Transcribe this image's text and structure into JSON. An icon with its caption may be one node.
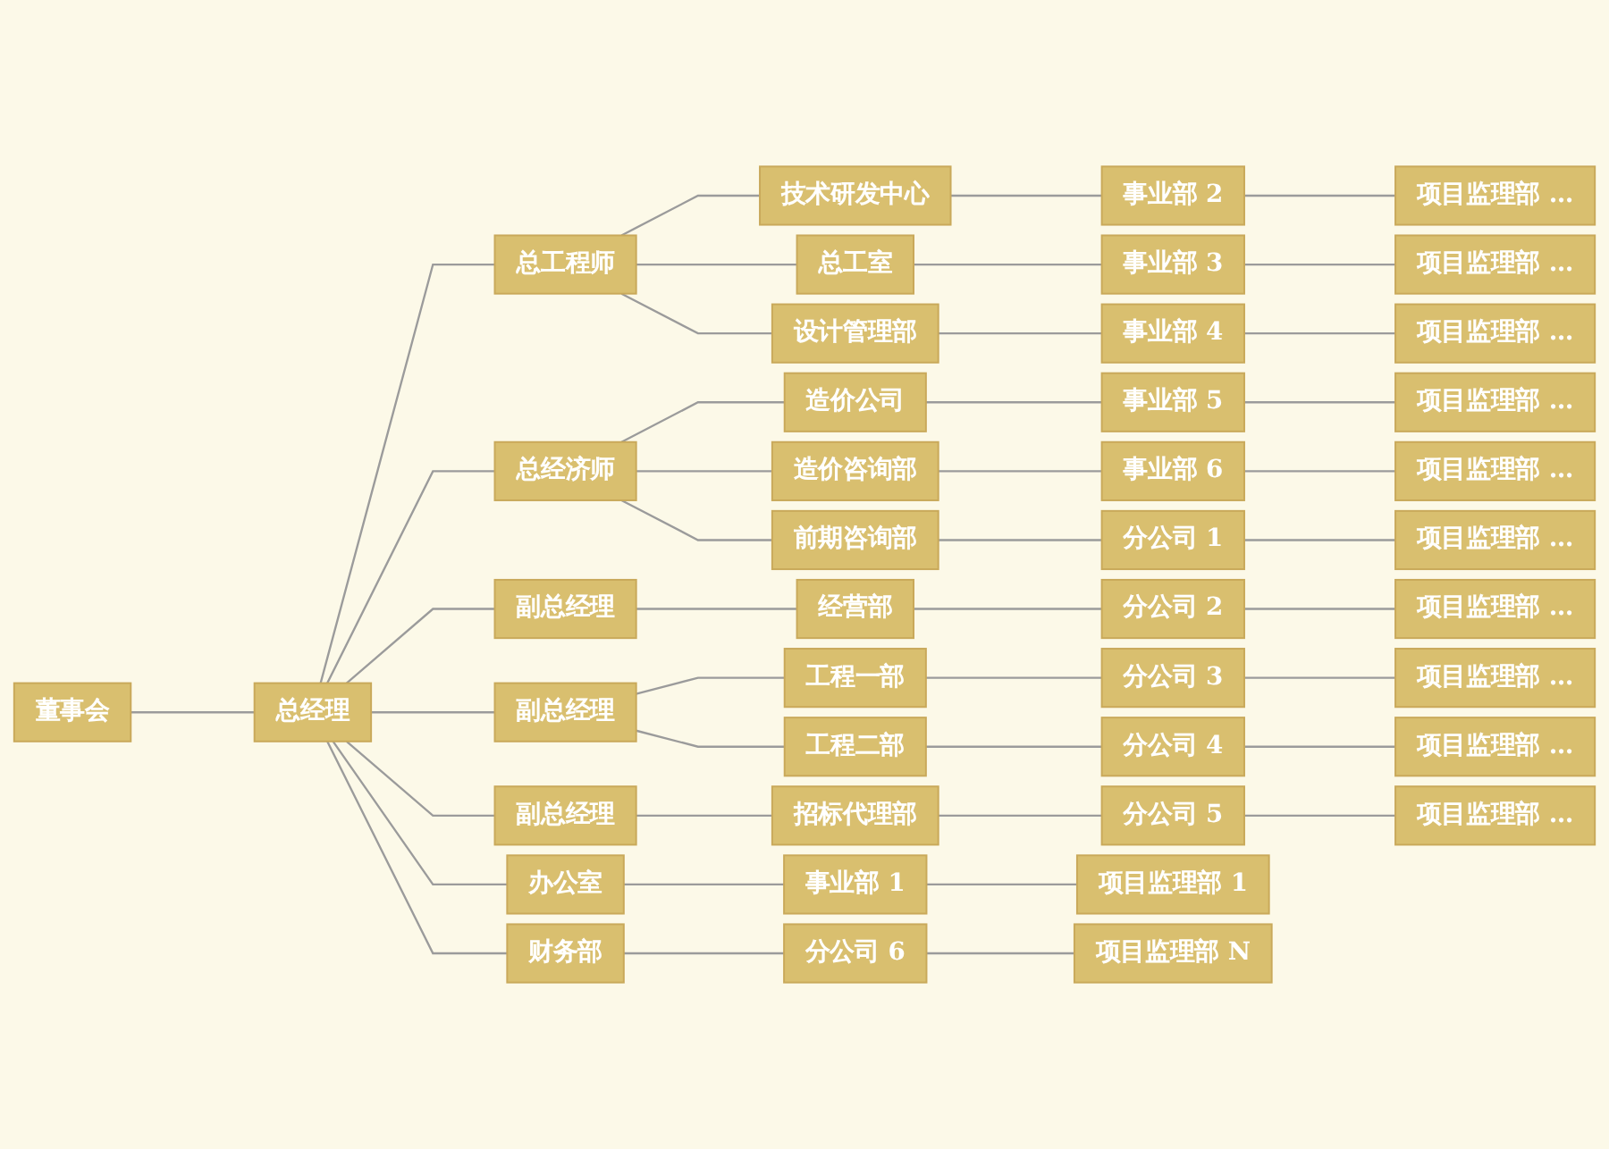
{
  "diagram": {
    "nodes": [
      {
        "text": [
          "董事会"
        ]
      },
      {
        "text": [
          "总经理"
        ]
      },
      {
        "text": [
          "总工程师"
        ]
      },
      {
        "text": [
          "总经济师"
        ]
      },
      {
        "text": [
          "副总经理"
        ]
      },
      {
        "text": [
          "副总经理"
        ]
      },
      {
        "text": [
          "副总经理"
        ]
      },
      {
        "text": [
          "办公室"
        ]
      },
      {
        "text": [
          "技术研发中心"
        ]
      },
      {
        "text": [
          "总工室"
        ]
      },
      {
        "text": [
          "设计管理部"
        ]
      },
      {
        "text": [
          "造价公司"
        ]
      },
      {
        "text": [
          "造价咨询部"
        ]
      },
      {
        "text": [
          "前期咨询部"
        ]
      },
      {
        "text": [
          "经营部"
        ]
      },
      {
        "text": [
          "工程一部"
        ]
      },
      {
        "text": [
          "工程二部"
        ]
      },
      {
        "text": [
          "招标代理部"
        ]
      },
      {
        "text": [
          "财务部"
        ]
      },
      {
        "text": [
          "事业部 1"
        ]
      },
      {
        "text": [
          "事业部 2"
        ]
      },
      {
        "text": [
          "事业部 3"
        ]
      },
      {
        "text": [
          "事业部 4"
        ]
      },
      {
        "text": [
          "事业部 5"
        ]
      },
      {
        "text": [
          "事业部 6"
        ]
      },
      {
        "text": [
          "分公司 1"
        ]
      },
      {
        "text": [
          "分公司 2"
        ]
      },
      {
        "text": [
          "分公司 3"
        ]
      },
      {
        "text": [
          "分公司 4"
        ]
      },
      {
        "text": [
          "分公司 5"
        ]
      },
      {
        "text": [
          "分公司 6"
        ]
      },
      {
        "text": [
          "项目监理部 1"
        ]
      },
      {
        "text": [
          "项目监理部 …"
        ]
      },
      {
        "text": [
          "项目监理部 …"
        ]
      },
      {
        "text": [
          "项目监理部 …"
        ]
      },
      {
        "text": [
          "项目监理部 …"
        ]
      },
      {
        "text": [
          "项目监理部 …"
        ]
      },
      {
        "text": [
          "项目监理部 …"
        ]
      },
      {
        "text": [
          "项目监理部 …"
        ]
      },
      {
        "text": [
          "项目监理部 …"
        ]
      },
      {
        "text": [
          "项目监理部 …"
        ]
      },
      {
        "text": [
          "项目监理部 …"
        ]
      },
      {
        "text": [
          "项目监理部 N"
        ]
      }
    ],
    "edges": [
      {
        "from": 0,
        "to": 1,
        "arrow": "none"
      },
      {
        "from": 1,
        "to": 7,
        "arrow": "none"
      },
      {
        "from": 1,
        "to": 2,
        "arrow": "none"
      },
      {
        "from": 1,
        "to": 3,
        "arrow": "none"
      },
      {
        "from": 1,
        "to": 4,
        "arrow": "none"
      },
      {
        "from": 1,
        "to": 5,
        "arrow": "none"
      },
      {
        "from": 1,
        "to": 6,
        "arrow": "none"
      },
      {
        "from": 1,
        "to": 18,
        "arrow": "none"
      },
      {
        "from": 2,
        "to": 8,
        "arrow": "none"
      },
      {
        "from": 2,
        "to": 9,
        "arrow": "none"
      },
      {
        "from": 2,
        "to": 10,
        "arrow": "none"
      },
      {
        "from": 3,
        "to": 11,
        "arrow": "none"
      },
      {
        "from": 3,
        "to": 12,
        "arrow": "none"
      },
      {
        "from": 3,
        "to": 13,
        "arrow": "none"
      },
      {
        "from": 4,
        "to": 14,
        "arrow": "none"
      },
      {
        "from": 5,
        "to": 15,
        "arrow": "none"
      },
      {
        "from": 5,
        "to": 16,
        "arrow": "none"
      },
      {
        "from": 6,
        "to": 17,
        "arrow": "none"
      },
      {
        "from": 7,
        "to": 19,
        "arrow": "none"
      },
      {
        "from": 8,
        "to": 20,
        "arrow": "none"
      },
      {
        "from": 9,
        "to": 21,
        "arrow": "none"
      },
      {
        "from": 10,
        "to": 22,
        "arrow": "none"
      },
      {
        "from": 11,
        "to": 23,
        "arrow": "none"
      },
      {
        "from": 12,
        "to": 24,
        "arrow": "none"
      },
      {
        "from": 13,
        "to": 25,
        "arrow": "none"
      },
      {
        "from": 14,
        "to": 26,
        "arrow": "none"
      },
      {
        "from": 15,
        "to": 27,
        "arrow": "none"
      },
      {
        "from": 16,
        "to": 28,
        "arrow": "none"
      },
      {
        "from": 17,
        "to": 29,
        "arrow": "none"
      },
      {
        "from": 18,
        "to": 30,
        "arrow": "none"
      },
      {
        "from": 19,
        "to": 31,
        "arrow": "none"
      },
      {
        "from": 20,
        "to": 32,
        "arrow": "none"
      },
      {
        "from": 21,
        "to": 33,
        "arrow": "none"
      },
      {
        "from": 22,
        "to": 34,
        "arrow": "none"
      },
      {
        "from": 23,
        "to": 35,
        "arrow": "none"
      },
      {
        "from": 24,
        "to": 36,
        "arrow": "none"
      },
      {
        "from": 25,
        "to": 37,
        "arrow": "none"
      },
      {
        "from": 26,
        "to": 38,
        "arrow": "none"
      },
      {
        "from": 27,
        "to": 39,
        "arrow": "none"
      },
      {
        "from": 28,
        "to": 40,
        "arrow": "none"
      },
      {
        "from": 29,
        "to": 41,
        "arrow": "none"
      },
      {
        "from": 30,
        "to": 42,
        "arrow": "none"
      }
    ]
  }
}
